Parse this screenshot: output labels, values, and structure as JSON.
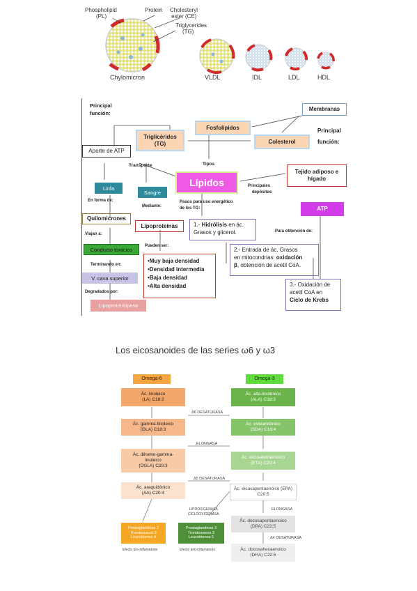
{
  "lipoproteins": {
    "labels": {
      "phospholipid": "Phospholipid",
      "pl": "(PL)",
      "protein": "Protein",
      "cholesteryl": "Cholesteryl",
      "ester": "ester (CE)",
      "triglycerides": "Triglycerides",
      "tg": "(TG)"
    },
    "particles": [
      "Chylomicron",
      "VLDL",
      "IDL",
      "LDL",
      "HDL"
    ]
  },
  "concept_map": {
    "principal_funcion_left": [
      "Principal",
      "función:"
    ],
    "principal_funcion_right": [
      "Principal",
      "función:"
    ],
    "membranas": "Membranas",
    "fosfolipidos": "Fosfolípidos",
    "trigliceridos": [
      "Triglicéridos",
      "(TG)"
    ],
    "colesterol": "Colesterol",
    "aporte_atp": "Aporte de ATP",
    "tipos": "Tipos",
    "transporte": "Transporte",
    "tejido": [
      "Tejido adiposo e",
      "hígado"
    ],
    "principales_depositos": [
      "Principales",
      "depósitos"
    ],
    "lipidos": "Lípidos",
    "linfa": "Linfa",
    "sangre": "Sangre",
    "en_forma_de": "En forma de:",
    "mediante": "Mediante:",
    "pasos": [
      "Pasos para uso energético",
      "de los TG:"
    ],
    "atp": "ATP",
    "para_obtencion": "Para obtención de:",
    "quilomicrones": "Quilomicrones",
    "lipoproteinas": "Lipoproteínas",
    "hidrolisis_num": "1.- ",
    "hidrolisis_bold": "Hidrólisis",
    "hidrolisis_rest": " en ác.",
    "hidrolisis_line2": "Grasos y glicerol.",
    "viajan_a": "Viajan a:",
    "conducto": "Conducto torácico",
    "pueden_ser": "Pueden ser:",
    "entrada_num": "2.- ",
    "entrada_line1": "Entrada de ác. Grasos",
    "entrada_line2a": "en mitocondrias: ",
    "entrada_line2b": "oxidación",
    "entrada_line3a": "β",
    "entrada_line3b": ", obtención de acetil CoA.",
    "densidades": [
      "•Muy baja densidad",
      "•Densidad intermedia",
      "•Baja densidad",
      "•Alta densidad"
    ],
    "terminando_en": "Terminando en:",
    "vcava": "V. cava superior",
    "oxidacion_num": "3.- ",
    "oxidacion_line1": "Oxidación de",
    "oxidacion_line2": "acetil CoA en",
    "oxidacion_line3": "Ciclo de Krebs",
    "degradados_por": "Degradados por:",
    "lipoproteinlipasa": "Lipoproteinlipasa"
  },
  "eicosanoids": {
    "title": "Los eicosanoides de las series ω6 y ω3",
    "omega6_header": "Omega-6",
    "omega3_header": "Omega-3",
    "omega6": [
      [
        "Ác. linoleico",
        "(LA) C18:2"
      ],
      [
        "Ác. gamma-linoleico",
        "(GLA) C18:3"
      ],
      [
        "Ác. dihomo-gamma-",
        "linoleico",
        "(DGLA) C20:3"
      ],
      [
        "Ác. araquidónico",
        "(AA) C20:4"
      ]
    ],
    "omega3": [
      [
        "Ác. alfa-linolénico",
        "(ALA) C18:3"
      ],
      [
        "Ác. estearidónico",
        "(SDA) C18:4"
      ],
      [
        "Ác. eicosatetraenoico",
        "(ETA) C20:4"
      ],
      [
        "Ác. eicosapentaenoico (EPA)",
        "C20:5"
      ],
      [
        "Ác. docosapentaenoico",
        "(DPA) C22:5"
      ],
      [
        "Ác. docosahexaenoico",
        "(DHA) C22:6"
      ]
    ],
    "enzymes": {
      "d6": "Δ6 DESATURASA",
      "elongasa": "ELONGASA",
      "d5": "Δ5 DESATURASA",
      "elongasa2": "ELONGASA",
      "d4": "Δ4 DESATURASA",
      "lipox": [
        "LIPOOXIGENASA",
        "CICLOOXIGENASA"
      ]
    },
    "series2": [
      "Prostaglandinas 2",
      "Tromboxanos 2",
      "Leucotrienos 4"
    ],
    "series3": [
      "Prostaglandinas 3",
      "Tromboxanos 3",
      "Leucotrienos 5"
    ],
    "efecto_pro": "Efecto pro-inflamatorio",
    "efecto_anti": "Efecto anti-inflamatorio"
  }
}
